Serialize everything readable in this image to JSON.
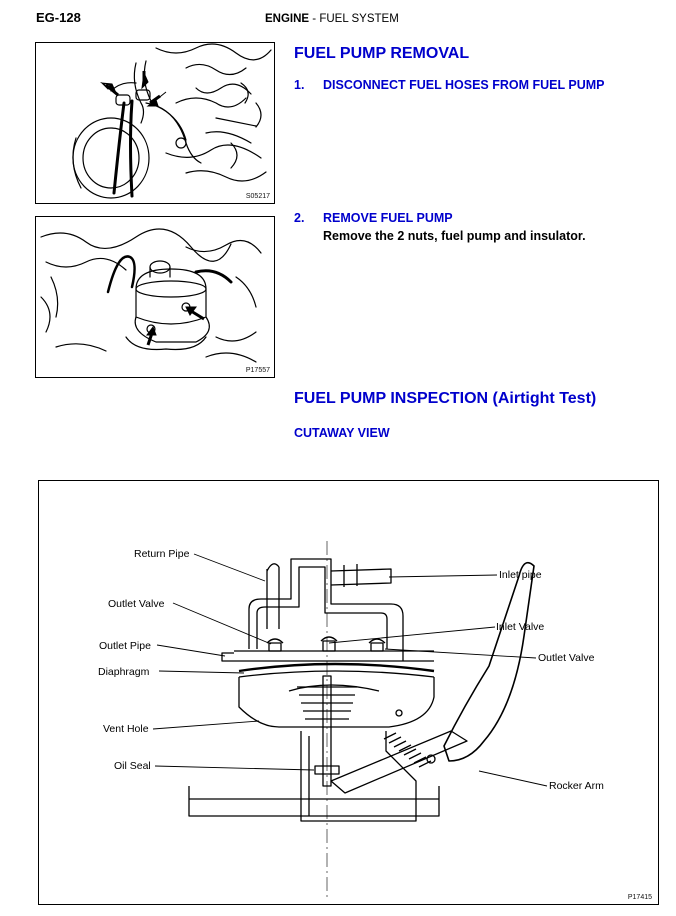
{
  "header": {
    "page_number": "EG-128",
    "section": "ENGINE",
    "separator": " - ",
    "subsection": "FUEL SYSTEM"
  },
  "figures": {
    "fig1_code": "S05217",
    "fig2_code": "P17557",
    "fig3_code": "P17415"
  },
  "removal": {
    "title": "FUEL PUMP REMOVAL",
    "step1": {
      "number": "1.",
      "text": "DISCONNECT FUEL HOSES FROM FUEL PUMP"
    },
    "step2": {
      "number": "2.",
      "text": "REMOVE FUEL PUMP",
      "desc": "Remove the 2 nuts, fuel pump and insulator."
    }
  },
  "inspection": {
    "title": "FUEL PUMP INSPECTION (Airtight Test)",
    "subtitle": "CUTAWAY VIEW"
  },
  "cutaway_labels": {
    "return_pipe": "Return Pipe",
    "outlet_valve_left": "Outlet Valve",
    "outlet_pipe": "Outlet Pipe",
    "diaphragm": "Diaphragm",
    "vent_hole": "Vent Hole",
    "oil_seal": "Oil Seal",
    "inlet_pipe": "Inlet pipe",
    "inlet_valve": "Inlet Valve",
    "outlet_valve_right": "Outlet Valve",
    "rocker_arm": "Rocker Arm"
  },
  "colors": {
    "heading_blue": "#0000cc",
    "text": "#000000"
  }
}
